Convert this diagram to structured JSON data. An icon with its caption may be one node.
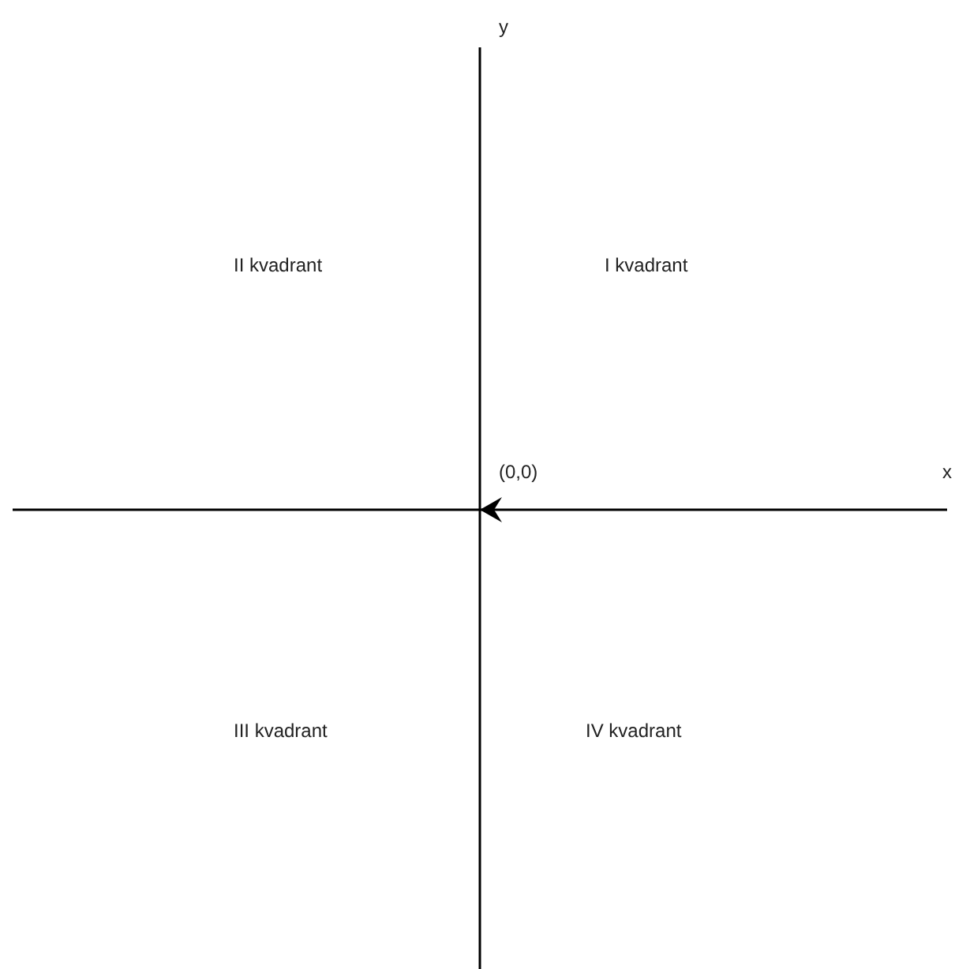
{
  "diagram": {
    "labels": [
      "y",
      "II kvadrant",
      "I kvadrant",
      "(0,0)",
      "x",
      "III kvadrant",
      "IV kvadrant"
    ]
  }
}
